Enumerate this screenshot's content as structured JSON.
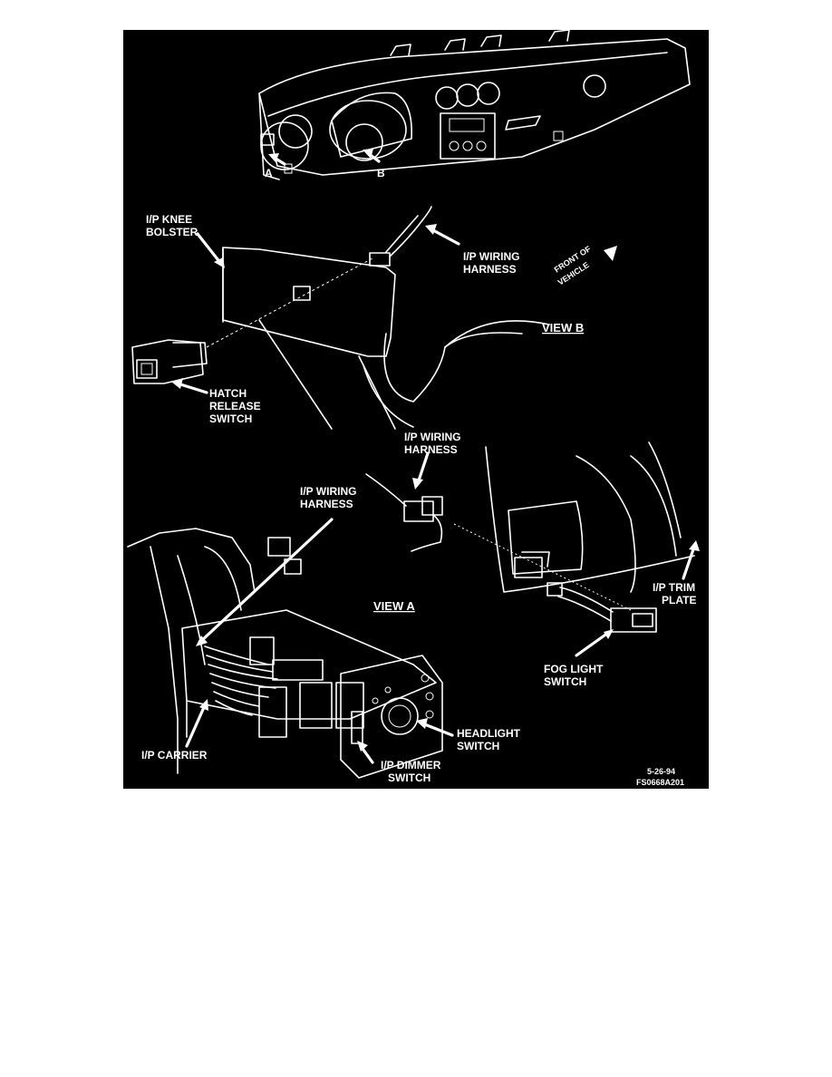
{
  "colors": {
    "background": "#000000",
    "line": "#ffffff",
    "page": "#ffffff"
  },
  "labels": {
    "callout_a": "A",
    "callout_b": "B",
    "knee_bolster_1": "I/P KNEE",
    "knee_bolster_2": "BOLSTER",
    "wiring_top_1": "I/P WIRING",
    "wiring_top_2": "HARNESS",
    "front_vehicle_1": "FRONT OF",
    "front_vehicle_2": "VEHICLE",
    "view_b": "VIEW B",
    "hatch_1": "HATCH",
    "hatch_2": "RELEASE",
    "hatch_3": "SWITCH",
    "wiring_mid_1": "I/P WIRING",
    "wiring_mid_2": "HARNESS",
    "wiring_left_1": "I/P WIRING",
    "wiring_left_2": "HARNESS",
    "view_a": "VIEW A",
    "trim_1": "I/P TRIM",
    "trim_2": "PLATE",
    "fog_1": "FOG LIGHT",
    "fog_2": "SWITCH",
    "headlight_1": "HEADLIGHT",
    "headlight_2": "SWITCH",
    "carrier": "I/P CARRIER",
    "dimmer_1": "I/P DIMMER",
    "dimmer_2": "SWITCH",
    "date_code": "5-26-94",
    "figure_code": "FS0668A201"
  }
}
